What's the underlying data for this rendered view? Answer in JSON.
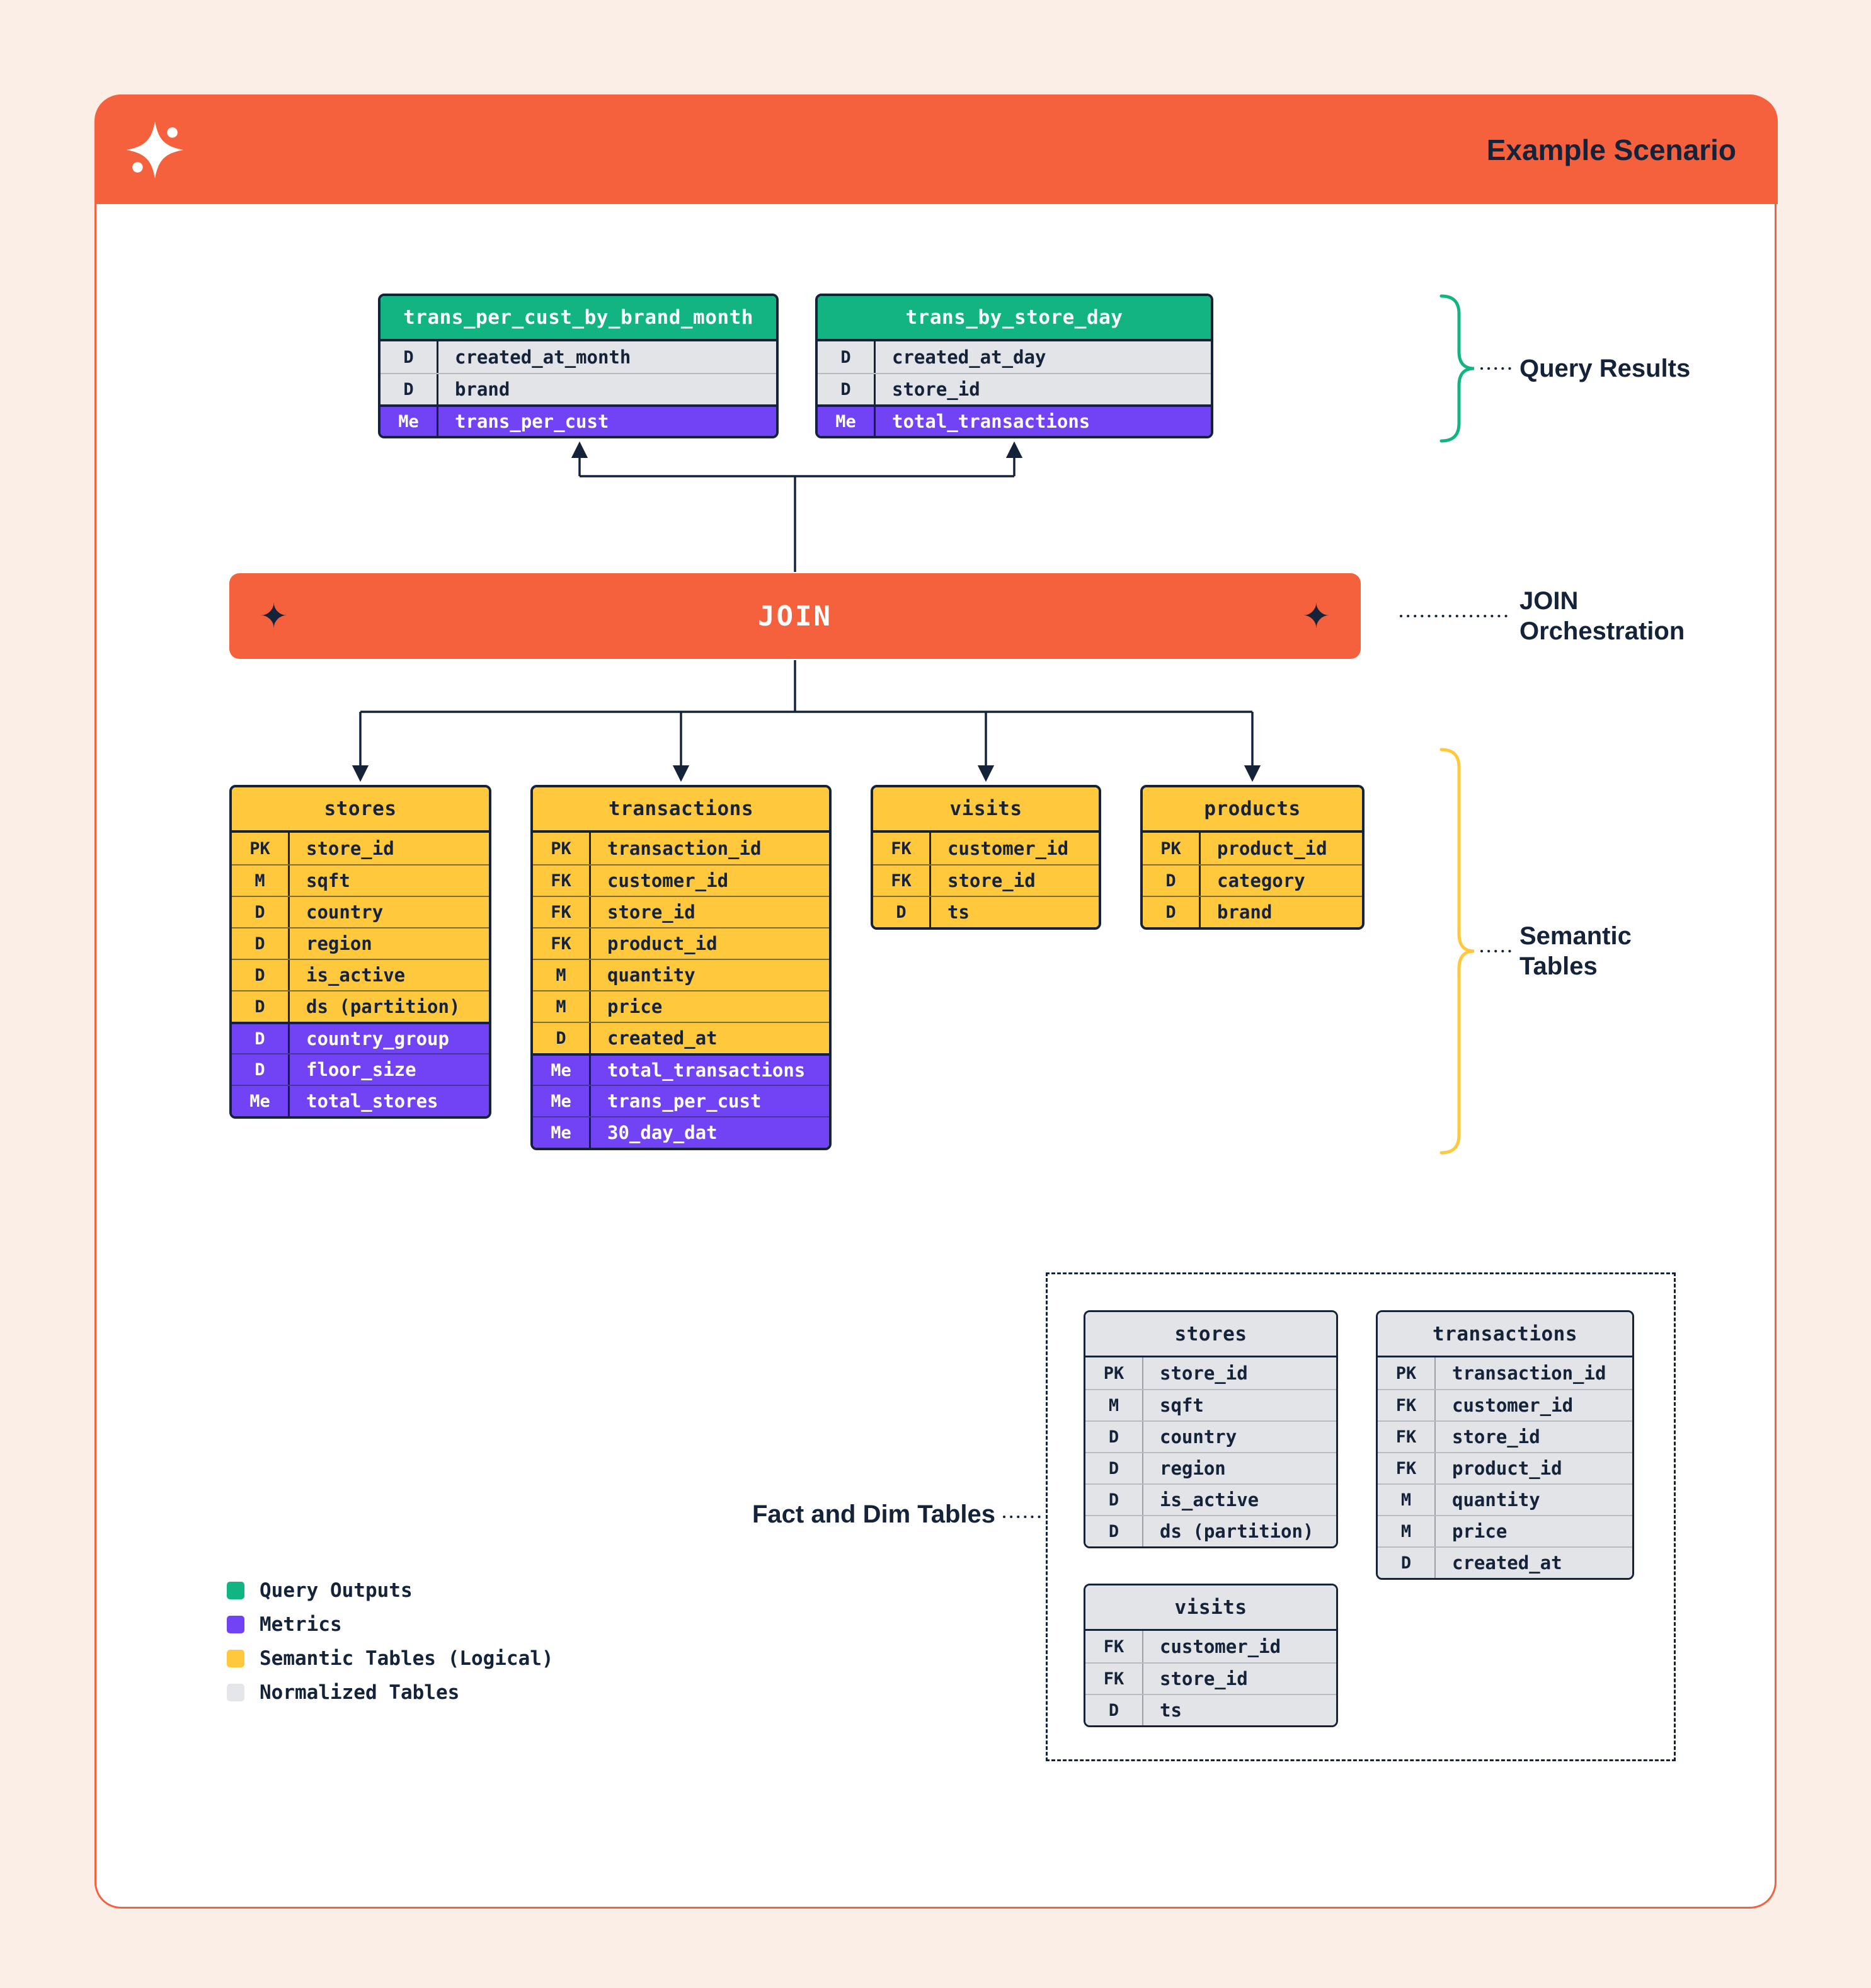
{
  "header": {
    "title": "Example Scenario"
  },
  "join": {
    "label": "JOIN",
    "ornament": "✦"
  },
  "labels": {
    "query_results": "Query Results",
    "join_orch_1": "JOIN",
    "join_orch_2": "Orchestration",
    "semantic_1": "Semantic",
    "semantic_2": "Tables",
    "fact_dim": "Fact and Dim Tables"
  },
  "colors": {
    "orange": "#F5603D",
    "green": "#12B581",
    "purple": "#7143F4",
    "yellow": "#FFC83D",
    "gray": "#E2E4E8",
    "navy": "#14233A",
    "background": "#FBEEE7"
  },
  "tables": {
    "q1": {
      "title": "trans_per_cust_by_brand_month",
      "theme": "green",
      "rows": [
        {
          "code": "D",
          "name": "created_at_month",
          "metric": false
        },
        {
          "code": "D",
          "name": "brand",
          "metric": false
        },
        {
          "code": "Me",
          "name": "trans_per_cust",
          "metric": true
        }
      ]
    },
    "q2": {
      "title": "trans_by_store_day",
      "theme": "green",
      "rows": [
        {
          "code": "D",
          "name": "created_at_day",
          "metric": false
        },
        {
          "code": "D",
          "name": "store_id",
          "metric": false
        },
        {
          "code": "Me",
          "name": "total_transactions",
          "metric": true
        }
      ]
    },
    "stores": {
      "title": "stores",
      "theme": "yellow",
      "rows": [
        {
          "code": "PK",
          "name": "store_id",
          "metric": false
        },
        {
          "code": "M",
          "name": "sqft",
          "metric": false
        },
        {
          "code": "D",
          "name": "country",
          "metric": false
        },
        {
          "code": "D",
          "name": "region",
          "metric": false
        },
        {
          "code": "D",
          "name": "is_active",
          "metric": false
        },
        {
          "code": "D",
          "name": "ds (partition)",
          "metric": false
        },
        {
          "code": "D",
          "name": "country_group",
          "metric": true
        },
        {
          "code": "D",
          "name": "floor_size",
          "metric": true
        },
        {
          "code": "Me",
          "name": "total_stores",
          "metric": true
        }
      ]
    },
    "transactions": {
      "title": "transactions",
      "theme": "yellow",
      "rows": [
        {
          "code": "PK",
          "name": "transaction_id",
          "metric": false
        },
        {
          "code": "FK",
          "name": "customer_id",
          "metric": false
        },
        {
          "code": "FK",
          "name": "store_id",
          "metric": false
        },
        {
          "code": "FK",
          "name": "product_id",
          "metric": false
        },
        {
          "code": "M",
          "name": "quantity",
          "metric": false
        },
        {
          "code": "M",
          "name": "price",
          "metric": false
        },
        {
          "code": "D",
          "name": "created_at",
          "metric": false
        },
        {
          "code": "Me",
          "name": "total_transactions",
          "metric": true
        },
        {
          "code": "Me",
          "name": "trans_per_cust",
          "metric": true
        },
        {
          "code": "Me",
          "name": "30_day_dat",
          "metric": true
        }
      ]
    },
    "visits": {
      "title": "visits",
      "theme": "yellow",
      "rows": [
        {
          "code": "FK",
          "name": "customer_id",
          "metric": false
        },
        {
          "code": "FK",
          "name": "store_id",
          "metric": false
        },
        {
          "code": "D",
          "name": "ts",
          "metric": false
        }
      ]
    },
    "products": {
      "title": "products",
      "theme": "yellow",
      "rows": [
        {
          "code": "PK",
          "name": "product_id",
          "metric": false
        },
        {
          "code": "D",
          "name": "category",
          "metric": false
        },
        {
          "code": "D",
          "name": "brand",
          "metric": false
        }
      ]
    },
    "norm_stores": {
      "title": "stores",
      "theme": "gray",
      "rows": [
        {
          "code": "PK",
          "name": "store_id",
          "metric": false
        },
        {
          "code": "M",
          "name": "sqft",
          "metric": false
        },
        {
          "code": "D",
          "name": "country",
          "metric": false
        },
        {
          "code": "D",
          "name": "region",
          "metric": false
        },
        {
          "code": "D",
          "name": "is_active",
          "metric": false
        },
        {
          "code": "D",
          "name": "ds (partition)",
          "metric": false
        }
      ]
    },
    "norm_transactions": {
      "title": "transactions",
      "theme": "gray",
      "rows": [
        {
          "code": "PK",
          "name": "transaction_id",
          "metric": false
        },
        {
          "code": "FK",
          "name": "customer_id",
          "metric": false
        },
        {
          "code": "FK",
          "name": "store_id",
          "metric": false
        },
        {
          "code": "FK",
          "name": "product_id",
          "metric": false
        },
        {
          "code": "M",
          "name": "quantity",
          "metric": false
        },
        {
          "code": "M",
          "name": "price",
          "metric": false
        },
        {
          "code": "D",
          "name": "created_at",
          "metric": false
        }
      ]
    },
    "norm_visits": {
      "title": "visits",
      "theme": "gray",
      "rows": [
        {
          "code": "FK",
          "name": "customer_id",
          "metric": false
        },
        {
          "code": "FK",
          "name": "store_id",
          "metric": false
        },
        {
          "code": "D",
          "name": "ts",
          "metric": false
        }
      ]
    }
  },
  "legend": {
    "items": [
      {
        "color": "#12B581",
        "label": "Query Outputs"
      },
      {
        "color": "#7143F4",
        "label": "Metrics"
      },
      {
        "color": "#FFC83D",
        "label": "Semantic Tables (Logical)"
      },
      {
        "color": "#E4E6E9",
        "label": "Normalized Tables"
      }
    ]
  }
}
